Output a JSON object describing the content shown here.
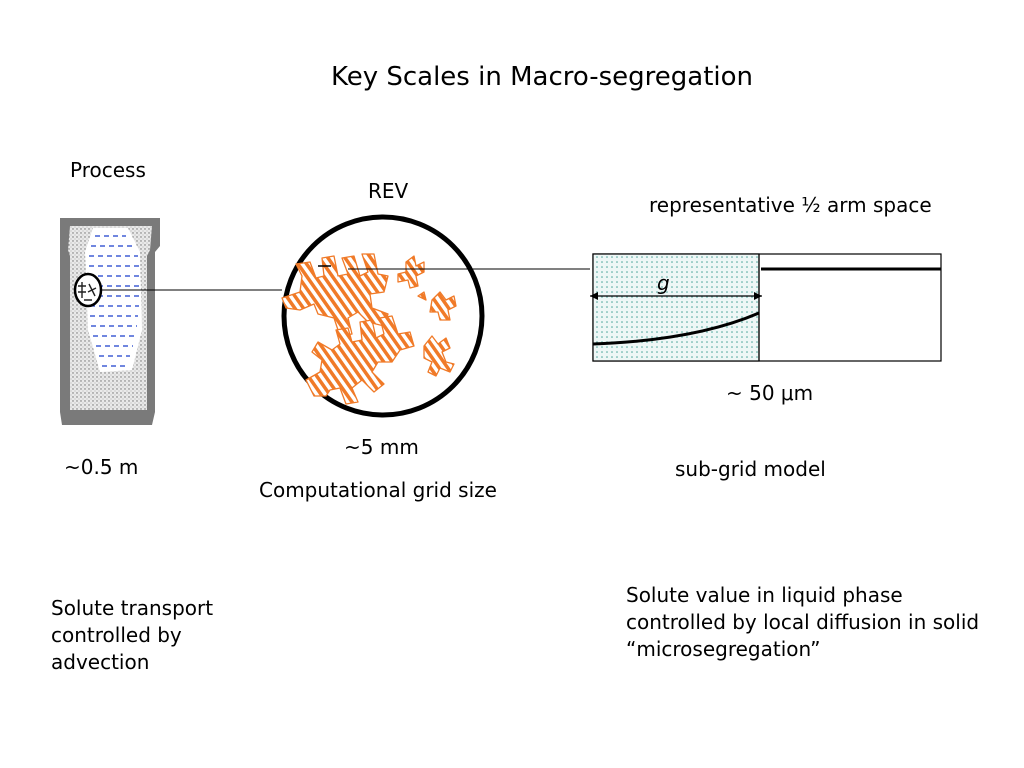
{
  "slide": {
    "title": "Key Scales in Macro-segregation"
  },
  "process": {
    "label": "Process",
    "scale": "~0.5 m",
    "description": "Solute transport controlled by advection"
  },
  "rev": {
    "label": "REV",
    "scale": "~5 mm",
    "caption": "Computational grid size"
  },
  "subgrid": {
    "label": "representative ½ arm space",
    "g_label": "g",
    "scale_prefix": "~ 50 ",
    "scale_mu": "μ",
    "scale_suffix": "m",
    "caption": "sub-grid model",
    "description_lines": [
      "Solute value in liquid phase",
      "controlled by local diffusion in solid",
      "“microsegregation”"
    ]
  },
  "colors": {
    "dendrite_orange": "#f07a28",
    "liquid_dots": "#4aa39a",
    "mold_gray": "#7a7a7a",
    "mushy_gray": "#bdbdbd",
    "liquid_blue": "#1a3fcc"
  }
}
